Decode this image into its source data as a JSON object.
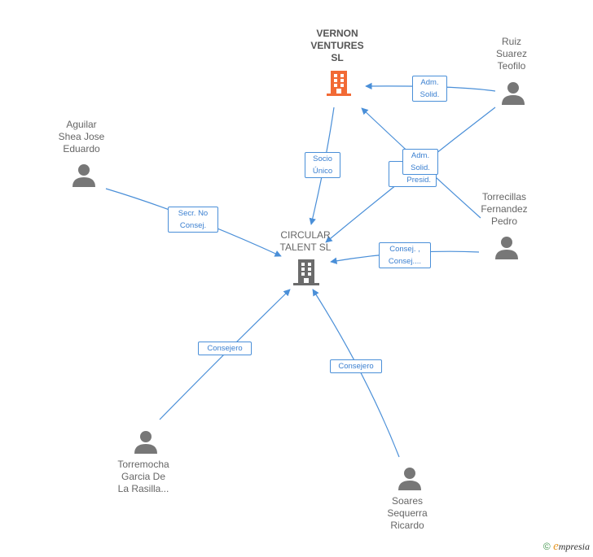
{
  "nodes": {
    "vernon": {
      "label": "VERNON\nVENTURES\nSL",
      "icon": "building-icon",
      "color": "#f26a35"
    },
    "circular": {
      "label": "CIRCULAR\nTALENT  SL",
      "icon": "building-icon",
      "color": "#666666"
    },
    "ruiz": {
      "label": "Ruiz\nSuarez\nTeofilo",
      "icon": "person-icon"
    },
    "aguilar": {
      "label": "Aguilar\nShea Jose\nEduardo",
      "icon": "person-icon"
    },
    "torrecillas": {
      "label": "Torrecillas\nFernandez\nPedro",
      "icon": "person-icon"
    },
    "torremocha": {
      "label": "Torremocha\nGarcia De\nLa Rasilla...",
      "icon": "person-icon"
    },
    "soares": {
      "label": "Soares\nSequerra\nRicardo",
      "icon": "person-icon"
    }
  },
  "edges": {
    "ruiz_vernon": "Adm.\nSolid.",
    "vernon_circular": "Socio\nÚnico",
    "torrecillas_circular_presid": "Cons.\nPresid.",
    "ruiz_circular": "Adm.\nSolid.",
    "aguilar_circular": "Secr.  No\nConsej.",
    "torrecillas_circular": "Consej. ,\nConsej....",
    "torremocha_circular": "Consejero",
    "soares_circular": "Consejero"
  },
  "footer": {
    "copyright": "©",
    "brand_initial": "e",
    "brand": "mpresia"
  },
  "colors": {
    "edge": "#4a8fd8",
    "person": "#777777",
    "accent": "#f26a35"
  }
}
